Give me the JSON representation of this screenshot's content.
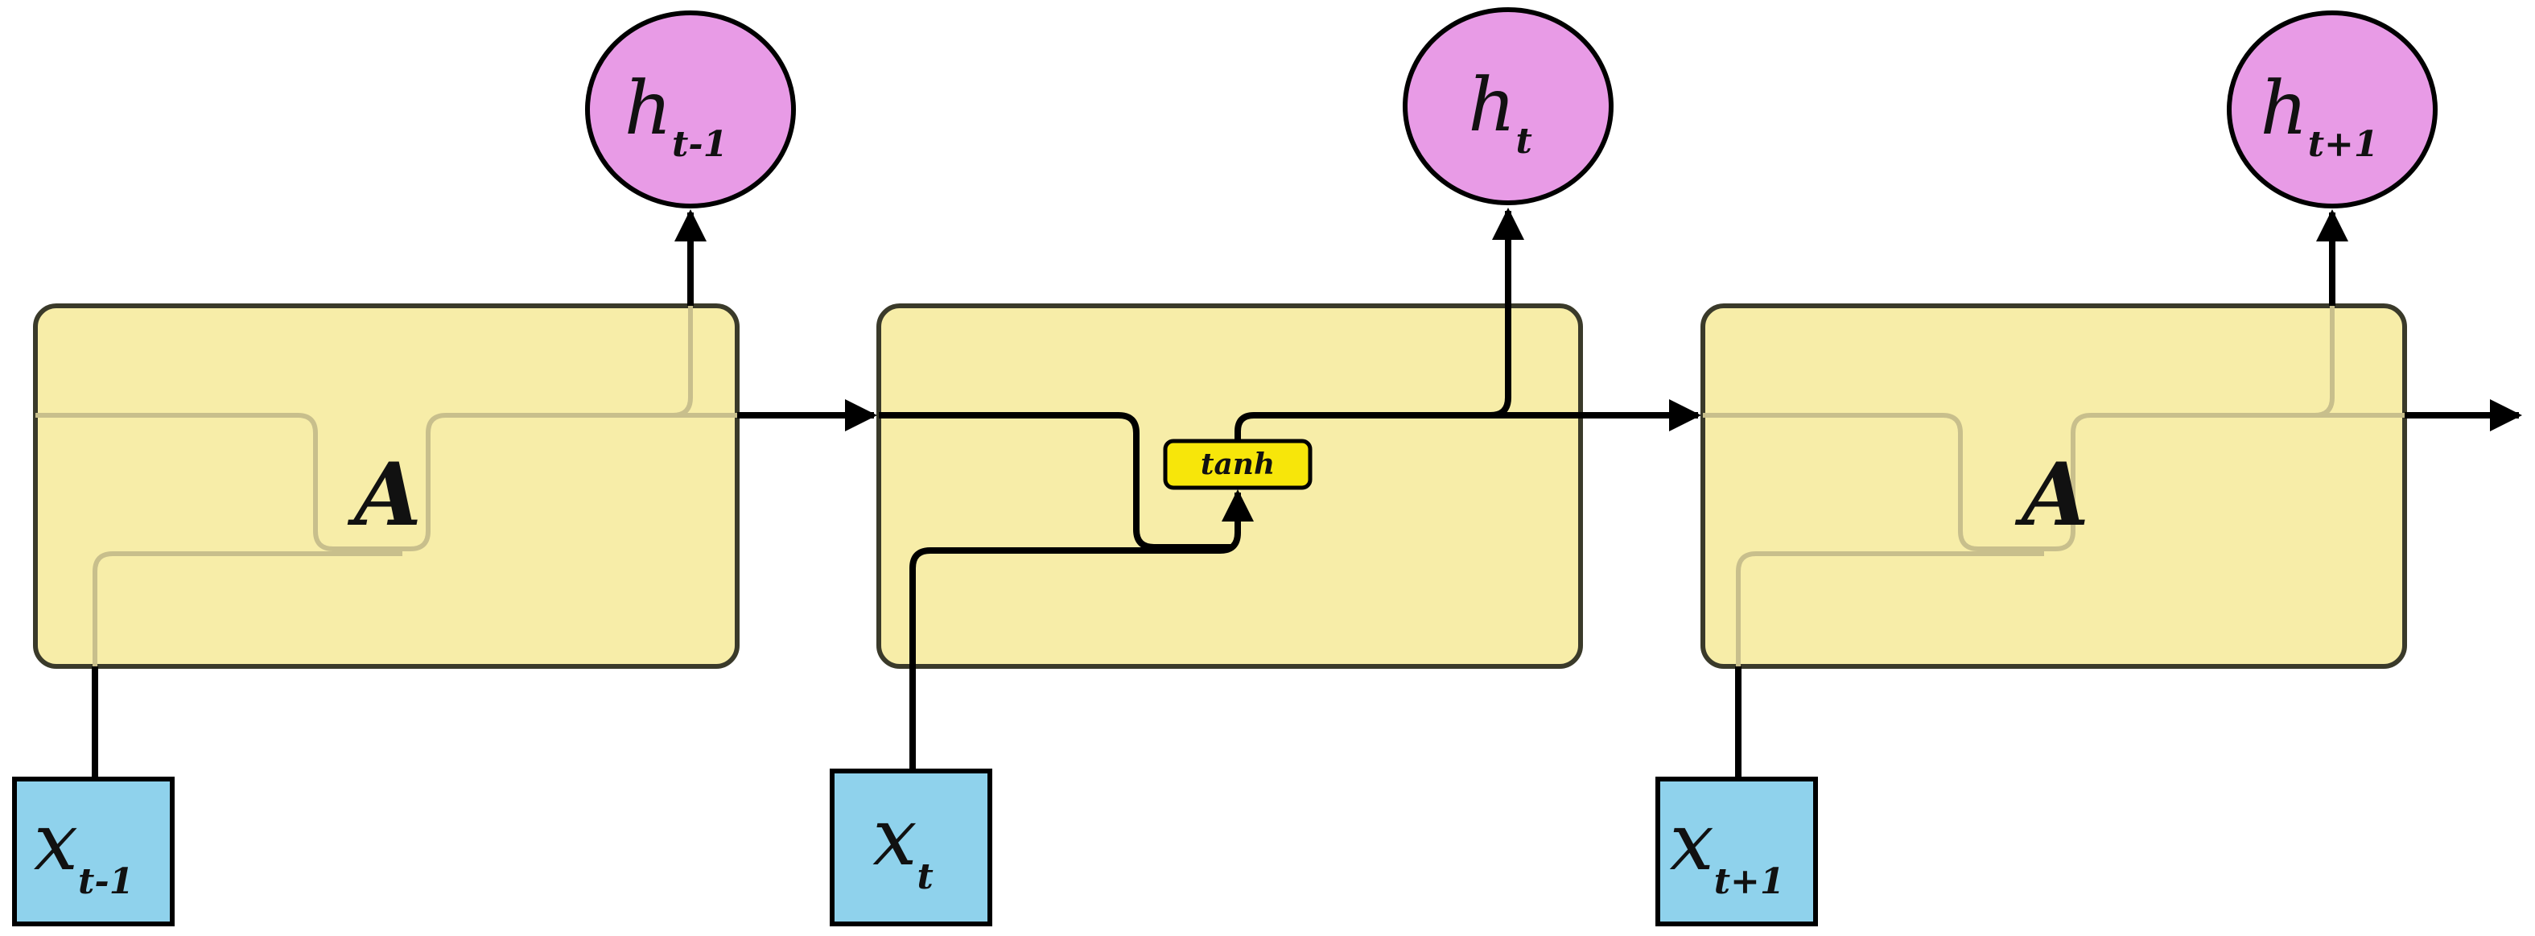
{
  "colors": {
    "cell_fill": "#f7eda8",
    "cell_stroke": "#3a3a2a",
    "output_fill": "#e89be6",
    "input_fill": "#8fd2ec",
    "tanh_fill": "#f7e60a",
    "line_dark": "#000000",
    "line_faint": "#c8bf8c"
  },
  "cells": [
    {
      "label": "A",
      "output": {
        "base": "h",
        "sub": "t-1"
      },
      "input": {
        "base": "x",
        "sub": "t-1"
      }
    },
    {
      "activation": "tanh",
      "output": {
        "base": "h",
        "sub": "t"
      },
      "input": {
        "base": "x",
        "sub": "t"
      }
    },
    {
      "label": "A",
      "output": {
        "base": "h",
        "sub": "t+1"
      },
      "input": {
        "base": "x",
        "sub": "t+1"
      }
    }
  ]
}
